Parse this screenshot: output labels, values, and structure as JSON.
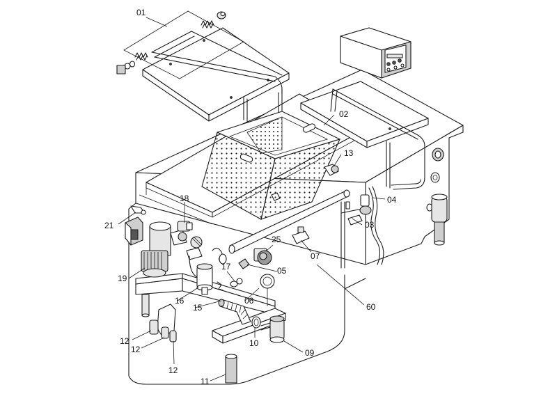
{
  "callouts": [
    {
      "id": "c01",
      "text": "01"
    },
    {
      "id": "c02",
      "text": "02"
    },
    {
      "id": "c13",
      "text": "13"
    },
    {
      "id": "c04",
      "text": "04"
    },
    {
      "id": "c03",
      "text": "03"
    },
    {
      "id": "c18",
      "text": "18"
    },
    {
      "id": "c21",
      "text": "21"
    },
    {
      "id": "c25",
      "text": "25"
    },
    {
      "id": "c07",
      "text": "07"
    },
    {
      "id": "c17",
      "text": "17"
    },
    {
      "id": "c05",
      "text": "05"
    },
    {
      "id": "c19",
      "text": "19"
    },
    {
      "id": "c06",
      "text": "06"
    },
    {
      "id": "c16",
      "text": "16"
    },
    {
      "id": "c15",
      "text": "15"
    },
    {
      "id": "c60",
      "text": "60"
    },
    {
      "id": "c10",
      "text": "10"
    },
    {
      "id": "c09",
      "text": "09"
    },
    {
      "id": "c12a",
      "text": "12"
    },
    {
      "id": "c12b",
      "text": "12"
    },
    {
      "id": "c12c",
      "text": "12"
    },
    {
      "id": "c11",
      "text": "11"
    }
  ]
}
